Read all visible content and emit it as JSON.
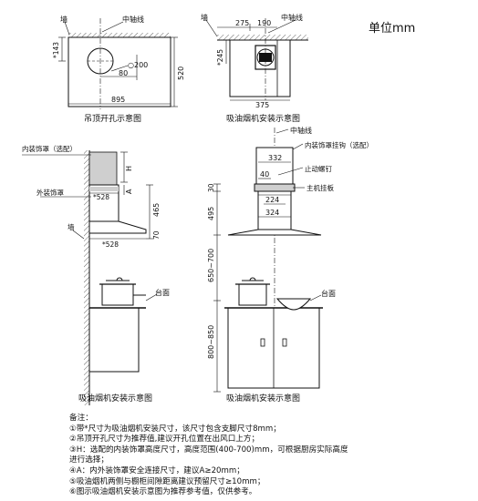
{
  "unit": "单位mm",
  "labels": {
    "wall": "墙",
    "center_line": "中轴线",
    "inner_cover_optional": "内装饰罩（选配）",
    "inner_cover_hook_optional": "内装饰罩挂钩（选配）",
    "outer_cover": "外装饰罩",
    "stop_screw": "止动螺钉",
    "main_hanger": "主机挂板",
    "countertop": "台面",
    "h": "H",
    "a": "A"
  },
  "captions": {
    "ceiling_hole": "吊顶开孔示意图",
    "hood_install_top": "吸油烟机安装示意图",
    "hood_install_side": "吸油烟机安装示意图",
    "hood_install_front": "吸油烟机安装示意图"
  },
  "dims": {
    "d143": "*143",
    "d200": "○200",
    "d80": "80",
    "d520": "520",
    "d895": "895",
    "d275": "275",
    "d190": "190",
    "d245": "*245",
    "d375": "375",
    "d528a": "*528",
    "d528b": "*528",
    "d465": "465",
    "d70": "70",
    "d332": "332",
    "d40": "40",
    "d30": "30",
    "d224": "224",
    "d324": "324",
    "d495": "495",
    "d650_700": "650~700",
    "d800_850": "800~850"
  },
  "notes": {
    "title": "备注：",
    "lines": [
      "①带*尺寸为吸油烟机安装尺寸，该尺寸包含支脚尺寸8mm；",
      "②吊顶开孔尺寸为推荐值,建议开孔位置在出风口上方；",
      "③H：选配的内装饰罩高度尺寸，高度范围(400-700)mm，可根据厨房实际高度",
      "进行选择；",
      "④A：内外装饰罩安全连接尺寸，建议A≥20mm；",
      "⑤吸油烟机两侧与橱柜间隙距离建议预留尺寸≥10mm；",
      "⑥图示吸油烟机安装示意图为推荐参考值，仅供参考。"
    ]
  },
  "colors": {
    "line": "#111111",
    "wall_hatch": "#888888",
    "inner_cover_fill": "#cfcfcf",
    "panel_fill": "#ffffff"
  }
}
